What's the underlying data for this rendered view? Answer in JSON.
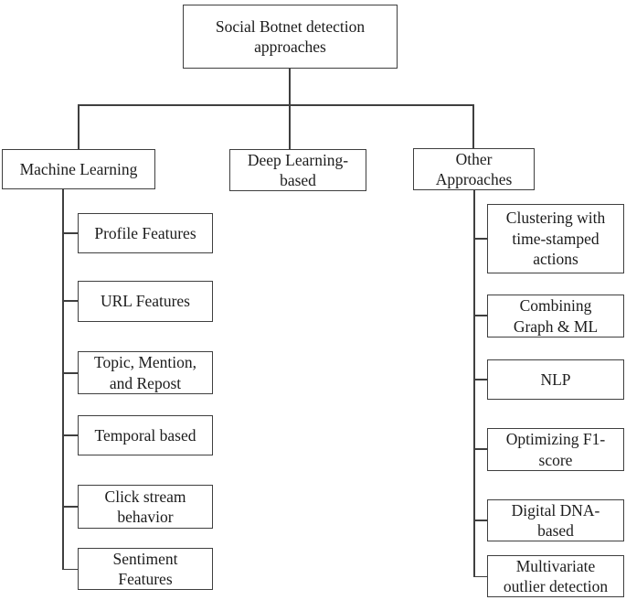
{
  "diagram": {
    "root": {
      "label": "Social Botnet detection\napproaches"
    },
    "branches": [
      {
        "label": "Machine Learning",
        "children": [
          "Profile Features",
          "URL Features",
          "Topic, Mention,\nand Repost",
          "Temporal based",
          "Click stream\nbehavior",
          "Sentiment\nFeatures"
        ]
      },
      {
        "label": "Deep Learning-\nbased",
        "children": []
      },
      {
        "label": "Other\nApproaches",
        "children": [
          "Clustering with\ntime-stamped\nactions",
          "Combining\nGraph & ML",
          "NLP",
          "Optimizing F1-\nscore",
          "Digital DNA-\nbased",
          "Multivariate\noutlier detection"
        ]
      }
    ],
    "colors": {
      "line": "#3f3f3f",
      "box_border": "#3f3f3f",
      "box_fill": "#ffffff",
      "text": "#1c1c1c",
      "background": "#ffffff"
    }
  }
}
